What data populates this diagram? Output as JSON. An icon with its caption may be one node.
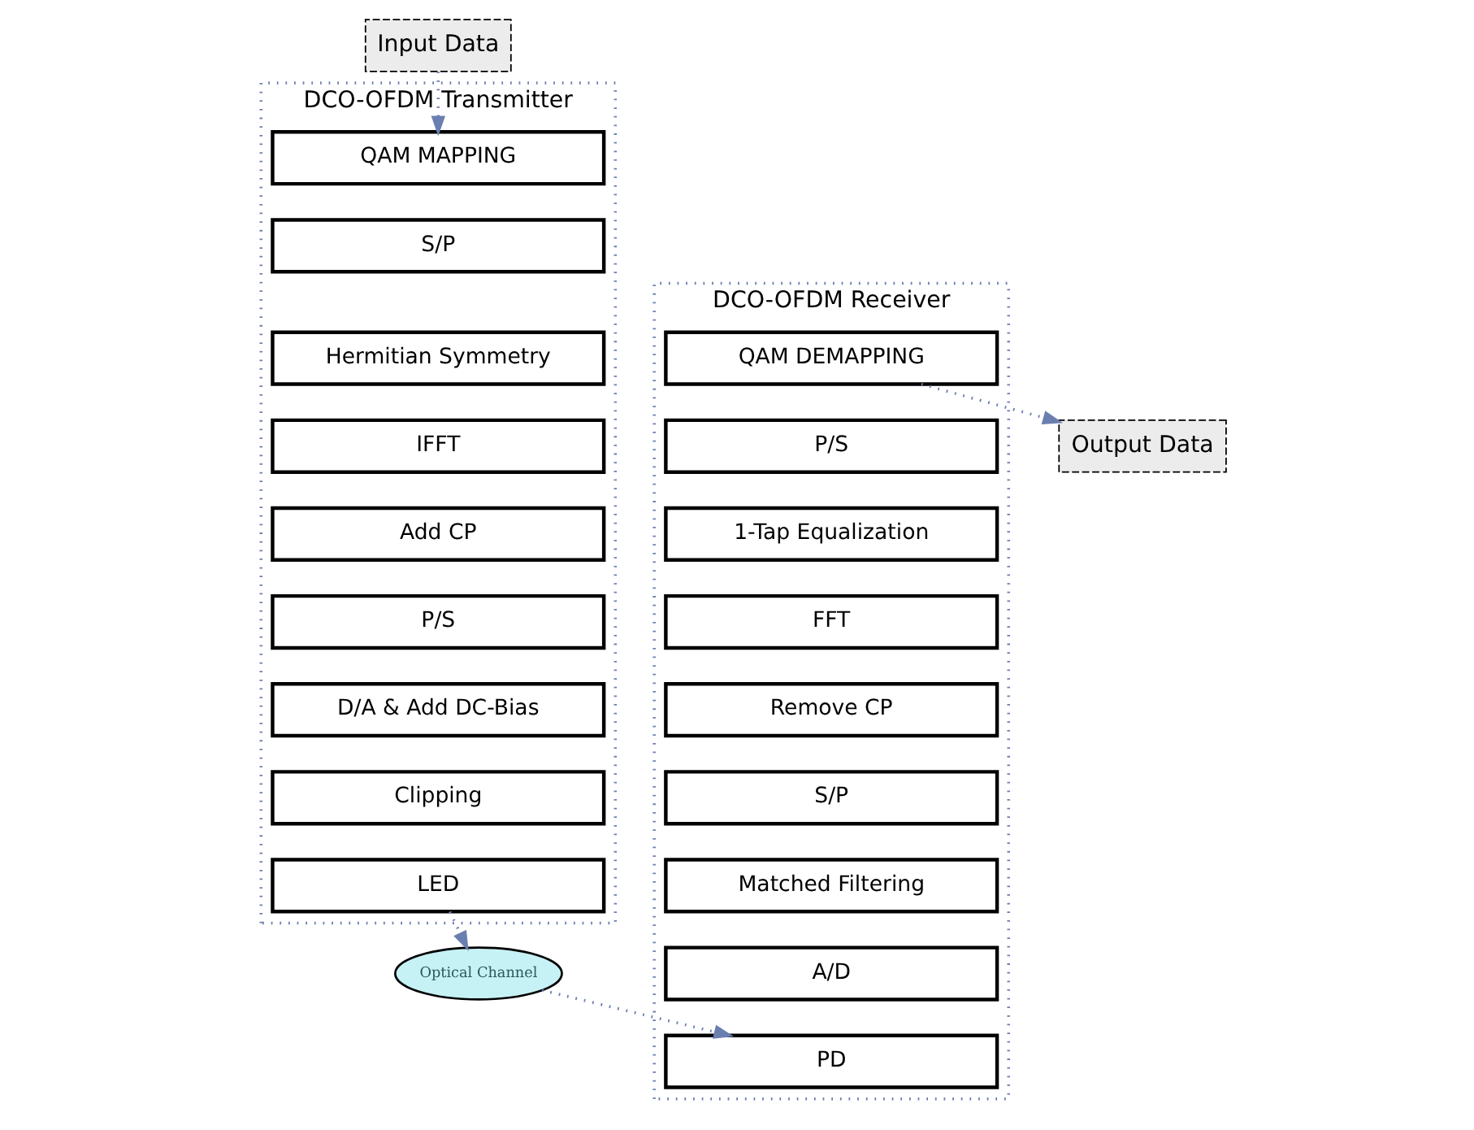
{
  "diagram": {
    "nodes": [
      {
        "text": [
          "Input Data"
        ]
      },
      {
        "text": [
          "Output Data"
        ]
      },
      {
        "text": [
          "DCO-OFDM Transmitter"
        ]
      },
      {
        "text": [
          "QAM MAPPING"
        ],
        "in": 2
      },
      {
        "text": [
          "S/P"
        ],
        "in": 2
      },
      {
        "text": [
          "Hermitian Symmetry"
        ],
        "in": 2
      },
      {
        "text": [
          "IFFT"
        ],
        "in": 2
      },
      {
        "text": [
          "Add CP"
        ],
        "in": 2
      },
      {
        "text": [
          "P/S"
        ],
        "in": 2
      },
      {
        "text": [
          "D/A & Add DC-Bias"
        ],
        "in": 2
      },
      {
        "text": [
          "Clipping"
        ],
        "in": 2
      },
      {
        "text": [
          "LED"
        ],
        "in": 2
      },
      {
        "text": [
          "DCO-OFDM Receiver"
        ]
      },
      {
        "text": [
          "QAM DEMAPPING"
        ],
        "in": 12
      },
      {
        "text": [
          "P/S"
        ],
        "in": 12
      },
      {
        "text": [
          "1-Tap Equalization"
        ],
        "in": 12
      },
      {
        "text": [
          "FFT"
        ],
        "in": 12
      },
      {
        "text": [
          "Remove CP"
        ],
        "in": 12
      },
      {
        "text": [
          "S/P"
        ],
        "in": 12
      },
      {
        "text": [
          "Matched Filtering"
        ],
        "in": 12
      },
      {
        "text": [
          "A/D"
        ],
        "in": 12
      },
      {
        "text": [
          "PD"
        ],
        "in": 12
      },
      {
        "text": [
          "Optical Channel"
        ]
      }
    ],
    "edges": [
      {
        "from": 0,
        "to": 3,
        "arrow": "to",
        "style": "dashed"
      },
      {
        "from": 13,
        "to": 1,
        "arrow": "to",
        "style": "dashed"
      },
      {
        "from": 11,
        "to": 22,
        "arrow": "to",
        "style": "dashed"
      },
      {
        "from": 22,
        "to": 21,
        "arrow": "to",
        "style": "dashed"
      }
    ]
  }
}
